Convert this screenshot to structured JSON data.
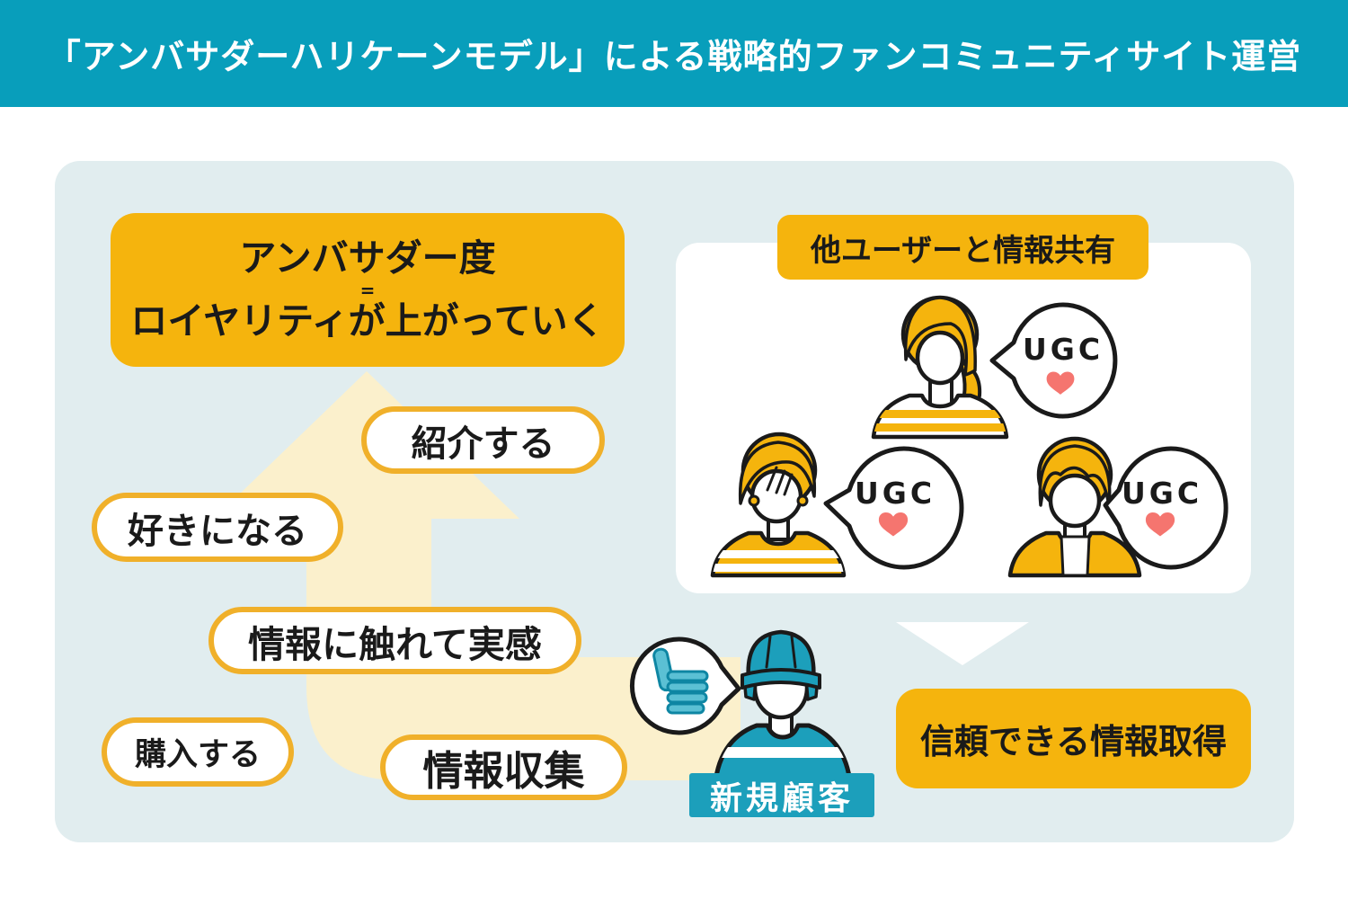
{
  "header": {
    "title": "「アンバサダーハリケーンモデル」による戦略的ファンコミュニティサイト運営"
  },
  "loyalty_box": {
    "line1": "アンバサダー度",
    "equals": "=",
    "line2": "ロイヤリティが上がっていく"
  },
  "journey_steps": [
    {
      "id": "refer",
      "label": "紹介する"
    },
    {
      "id": "like",
      "label": "好きになる"
    },
    {
      "id": "experience",
      "label": "情報に触れて実感"
    },
    {
      "id": "purchase",
      "label": "購入する"
    },
    {
      "id": "collect",
      "label": "情報収集"
    }
  ],
  "share_panel": {
    "title": "他ユーザーと情報共有",
    "ugc_label": "UGC",
    "people": [
      "woman-with-ponytail",
      "person-short-hair-earrings",
      "man-yellow-jacket"
    ]
  },
  "result_box": {
    "label": "信頼できる情報取得"
  },
  "new_customer": {
    "label": "新規顧客"
  },
  "icons": {
    "thumbs_up": "thumbs-up-icon",
    "heart": "heart-icon",
    "up_arrow": "journey-up-arrow",
    "down_arrow": "flow-down-arrow"
  },
  "colors": {
    "header_bg": "#089EBB",
    "container_bg": "#E1EDEF",
    "arrow_cream": "#FBF0CC",
    "accent_yellow": "#F5B40D",
    "pill_border": "#F0B02A",
    "outline_black": "#1A1A1A",
    "heart_pink": "#F5756F",
    "customer_teal": "#1C9FBB",
    "thumb_teal": "#5BC0D4",
    "thumb_outline": "#0E86A3",
    "panel_white": "#FFFFFF"
  }
}
